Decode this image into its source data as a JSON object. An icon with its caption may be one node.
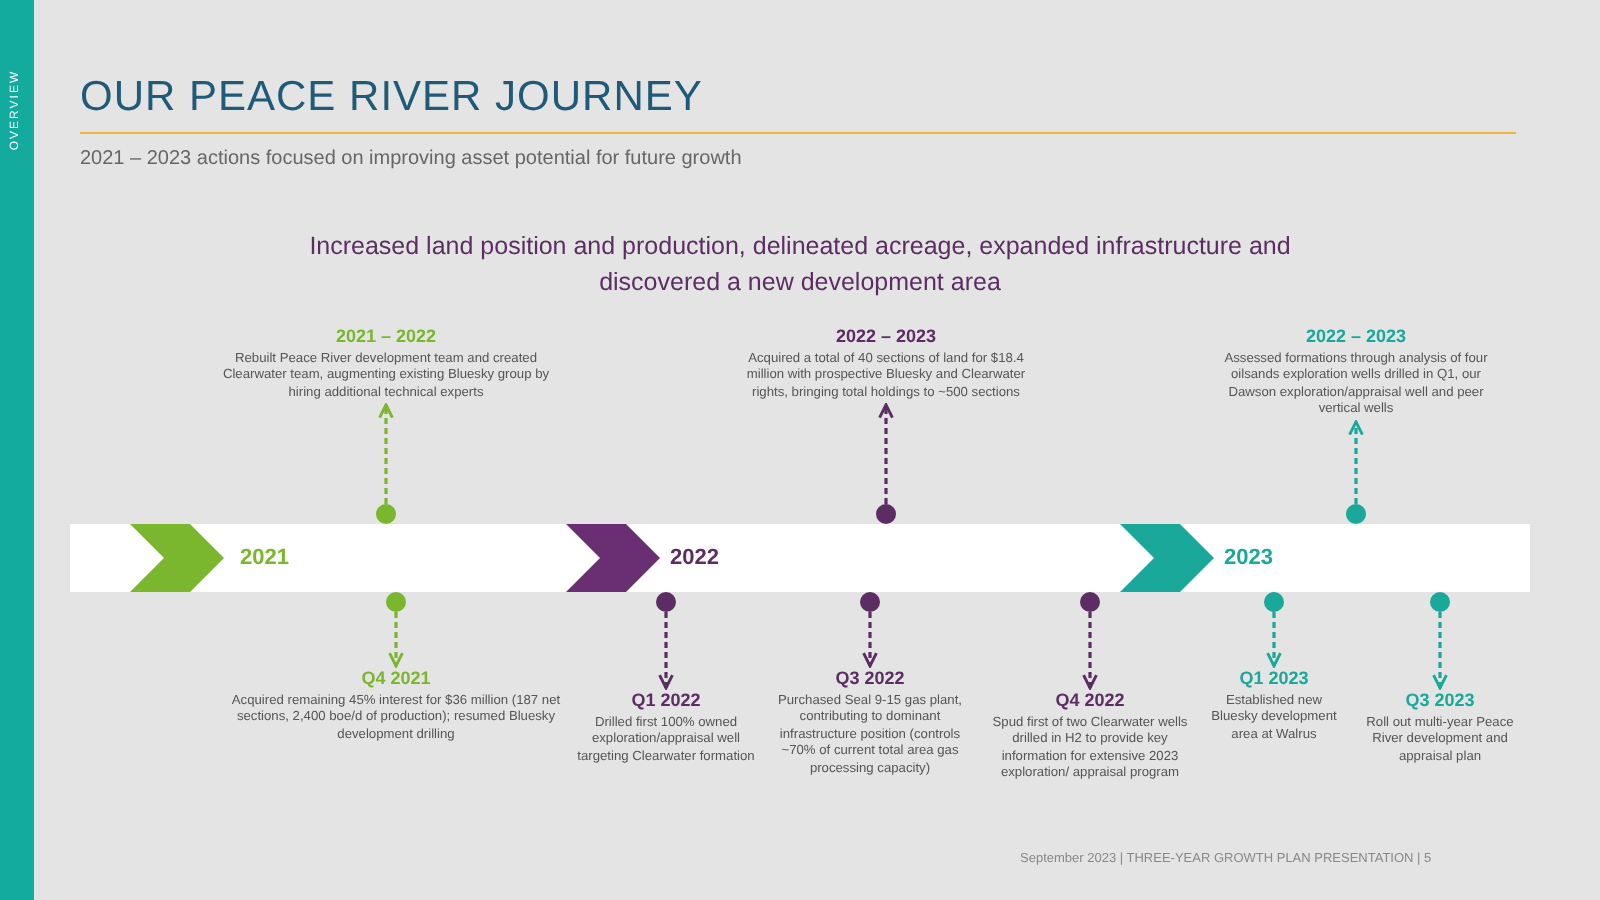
{
  "diagram": {
    "title": "OUR PEACE RIVER JOURNEY",
    "nodes": [
      {
        "text": [
          "2021 – 2022",
          "Rebuilt Peace River development team and created Clearwater team, augmenting existing Bluesky group by hiring additional technical experts"
        ]
      },
      {
        "text": [],
        "shape": "circle"
      },
      {
        "text": [
          "2022 – 2023",
          "Acquired a total of 40 sections of land for $18.4 million with prospective Bluesky and Clearwater rights, bringing total holdings to ~500 sections"
        ]
      },
      {
        "text": [],
        "shape": "circle"
      },
      {
        "text": [
          "2022 – 2023",
          "Assessed formations through analysis of four oilsands exploration wells drilled in Q1, our Dawson exploration/appraisal well and peer vertical wells"
        ]
      },
      {
        "text": [],
        "shape": "circle"
      },
      {
        "text": [],
        "shape": "circle"
      },
      {
        "text": [
          "Q4 2021",
          "Acquired remaining 45% interest for $36 million (187 net sections, 2,400 boe/d of production); resumed Bluesky development drilling"
        ]
      },
      {
        "text": [],
        "shape": "circle"
      },
      {
        "text": [
          "Q1 2022",
          "Drilled first 100% owned exploration/appraisal well targeting Clearwater formation"
        ]
      },
      {
        "text": [],
        "shape": "circle"
      },
      {
        "text": [
          "Q3 2022",
          "Purchased Seal 9-15 gas plant, contributing to dominant infrastructure position (controls ~70% of current total area gas processing capacity)"
        ]
      },
      {
        "text": [],
        "shape": "circle"
      },
      {
        "text": [
          "Q4 2022",
          "Spud first of two Clearwater wells drilled in H2 to provide key information for extensive 2023 exploration/ appraisal program"
        ]
      },
      {
        "text": [],
        "shape": "circle"
      },
      {
        "text": [
          "Q1 2023",
          "Established new Bluesky development area at Walrus"
        ]
      },
      {
        "text": [],
        "shape": "circle"
      },
      {
        "text": [
          "Q3 2023",
          "Roll out multi-year Peace River development and appraisal plan"
        ]
      }
    ],
    "edges": [
      {
        "from": 1,
        "to": 0,
        "arrow": "to",
        "style": "dashed",
        "color": "#7ab62e"
      },
      {
        "from": 3,
        "to": 2,
        "arrow": "to",
        "style": "dashed",
        "color": "#5c2d63"
      },
      {
        "from": 5,
        "to": 4,
        "arrow": "to",
        "style": "dashed",
        "color": "#1aa89a"
      },
      {
        "from": 6,
        "to": 7,
        "arrow": "to",
        "style": "dashed",
        "color": "#7ab62e"
      },
      {
        "from": 8,
        "to": 9,
        "arrow": "to",
        "style": "dashed",
        "color": "#5c2d63"
      },
      {
        "from": 10,
        "to": 11,
        "arrow": "to",
        "style": "dashed",
        "color": "#5c2d63"
      },
      {
        "from": 12,
        "to": 13,
        "arrow": "to",
        "style": "dashed",
        "color": "#5c2d63"
      },
      {
        "from": 14,
        "to": 15,
        "arrow": "to",
        "style": "dashed",
        "color": "#1aa89a"
      },
      {
        "from": 16,
        "to": 17,
        "arrow": "to",
        "style": "dashed",
        "color": "#1aa89a"
      }
    ],
    "labels": [
      "OVERVIEW",
      "2021 – 2023 actions focused on improving asset potential for future growth",
      "Increased land position and production, delineated acreage, expanded infrastructure and discovered a new development area",
      "2021",
      "2022",
      "2023",
      "September 2023 | THREE-YEAR GROWTH PLAN PRESENTATION | 5"
    ]
  }
}
